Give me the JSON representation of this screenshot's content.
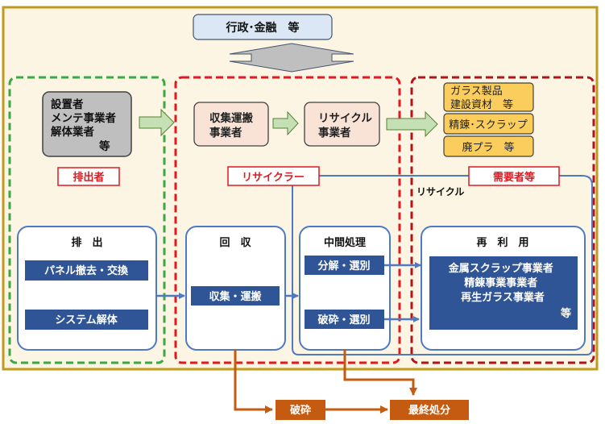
{
  "colors": {
    "frame_border": "#c09a1c",
    "frame_fill": "#fdf5e4",
    "green_dash": "#39a845",
    "red_dash": "#e0191f",
    "darkred_dash": "#b11318",
    "blue_line": "#4f7ac2",
    "navy_box": "#2f5597",
    "orange": "#c55a11",
    "gray_box": "#bfbfbf",
    "peach_box": "#f8e3d6",
    "yellow_box": "#fbcd5c",
    "light_blue_box": "#dbe7f5",
    "green_arrow": "#c5e0b4",
    "label_red": "#e0191f"
  },
  "top": {
    "admin_label": "行政･金融　等"
  },
  "emitter": {
    "actor_lines": [
      "設置者",
      "メンテ事業者",
      "解体業者",
      "等"
    ],
    "tag": "排出者",
    "stage_title": "排　出",
    "items": [
      "パネル撤去・交換",
      "システム解体"
    ]
  },
  "recycler": {
    "actor1_lines": [
      "収集運搬",
      "事業者"
    ],
    "actor2_lines": [
      "リサイクル",
      "事業者"
    ],
    "tag": "リサイクラー",
    "collection_title": "回　収",
    "collection_item": "収集・運搬",
    "intermediate_title": "中間処理",
    "intermediate_items": [
      "分解・選別",
      "破砕・選別"
    ]
  },
  "demand": {
    "products": [
      [
        "ガラス製品",
        "建設資材　等"
      ],
      [
        "精錬･スクラップ"
      ],
      [
        "廃プラ　等"
      ]
    ],
    "tag": "需要者等",
    "recycle_label": "リサイクル",
    "reuse_title": "再　利　用",
    "reuse_lines": [
      "金属スクラップ事業者",
      "精錬事業事業者",
      "再生ガラス事業者",
      "等"
    ]
  },
  "disposal": {
    "crush": "破砕",
    "final": "最終処分"
  }
}
